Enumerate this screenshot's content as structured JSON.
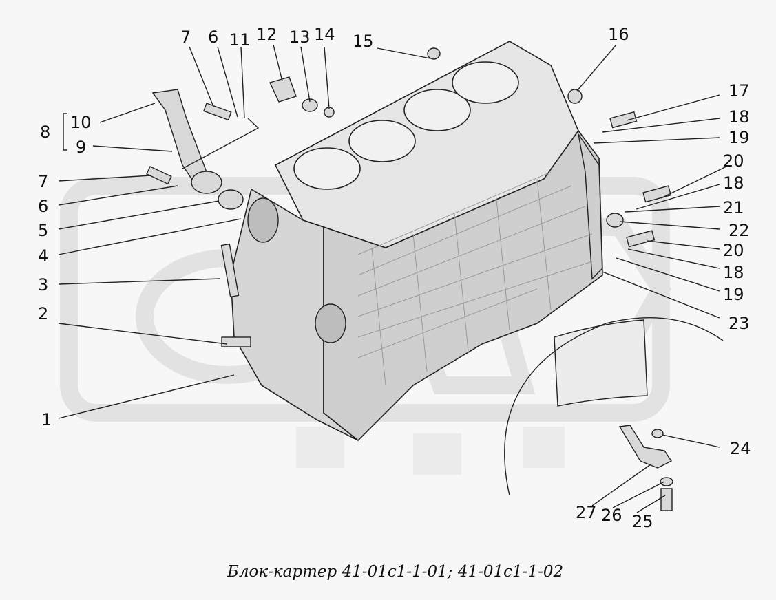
{
  "diagram": {
    "caption": "Блок-картер 41-01с1-1-01; 41-01с1-1-02",
    "callouts": [
      "1",
      "2",
      "3",
      "4",
      "5",
      "6",
      "7",
      "8",
      "9",
      "10",
      "11",
      "12",
      "13",
      "14",
      "15",
      "16",
      "17",
      "18",
      "19",
      "20",
      "21",
      "22",
      "23",
      "24",
      "25",
      "26",
      "27"
    ]
  },
  "labels": {
    "l1": "1",
    "l2": "2",
    "l3": "3",
    "l4": "4",
    "l5": "5",
    "l6a": "6",
    "l7a": "7",
    "l9": "9",
    "l8": "8",
    "l10": "10",
    "l7b": "7",
    "l6b": "6",
    "l11": "11",
    "l12": "12",
    "l13": "13",
    "l14": "14",
    "l15": "15",
    "l16": "16",
    "l17": "17",
    "l18a": "18",
    "l19a": "19",
    "l20a": "20",
    "l18b": "18",
    "l21": "21",
    "l22": "22",
    "l20b": "20",
    "l18c": "18",
    "l19b": "19",
    "l23": "23",
    "l24": "24",
    "l27": "27",
    "l26": "26",
    "l25": "25"
  }
}
